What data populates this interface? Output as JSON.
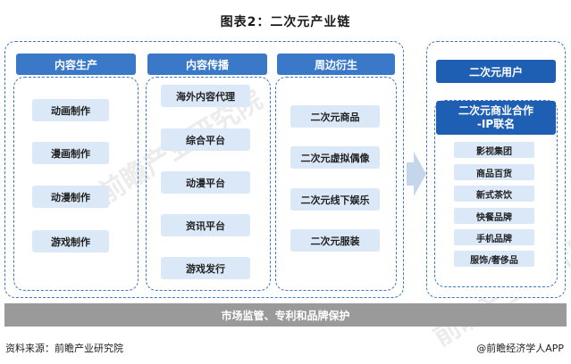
{
  "title": "图表2：二次元产业链",
  "columns": [
    {
      "header": "内容生产",
      "items": [
        "动画制作",
        "漫画制作",
        "动漫制作",
        "游戏制作"
      ]
    },
    {
      "header": "内容传播",
      "items": [
        "海外内容代理",
        "综合平台",
        "动漫平台",
        "资讯平台",
        "游戏发行"
      ]
    },
    {
      "header": "周边衍生",
      "items": [
        "二次元商品",
        "二次元虚拟偶像",
        "二次元线下娱乐",
        "二次元服装"
      ]
    }
  ],
  "right": {
    "users_label": "二次元用户",
    "coop_label_line1": "二次元商业合作",
    "coop_label_line2": "-IP联名",
    "coop_items": [
      "影视集团",
      "商品百货",
      "新式茶饮",
      "快餐品牌",
      "手机品牌",
      "服饰/奢侈品"
    ]
  },
  "bottom_bar": "市场监管、专利和品牌保护",
  "footer_left": "资料来源：前瞻产业研究院",
  "footer_right": "@前瞻经济学人APP",
  "watermark": "前瞻产业研究院",
  "colors": {
    "accent": "#3a78c8",
    "dark_accent": "#1e5fb4",
    "item_bg": "#dbe8f7",
    "bar": "#9a9a9a",
    "arrow": "#c5d6ec"
  }
}
